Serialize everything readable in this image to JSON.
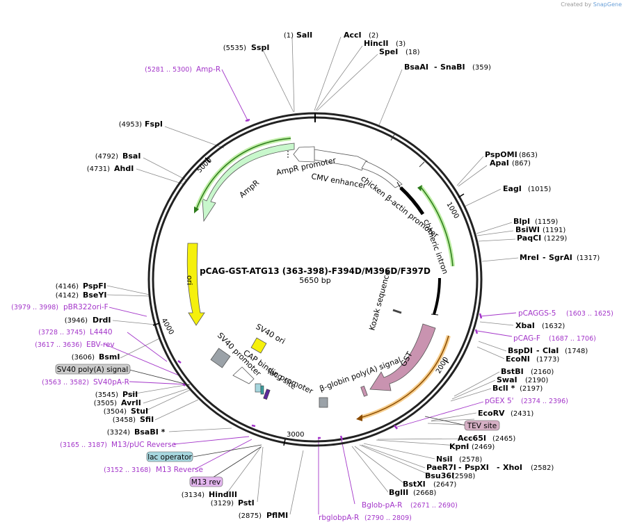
{
  "brand": {
    "created_by": "Created by",
    "name": "SnapGene"
  },
  "plasmid": {
    "name": "pCAG-GST-ATG13 (363-398)-F394D/M396D/F397D",
    "size": "5650 bp"
  },
  "ticks": [
    "1000",
    "2000",
    "3000",
    "4000",
    "5000"
  ],
  "features": {
    "ampr_promoter": "AmpR promoter",
    "cmv_enhancer": "CMV enhancer",
    "chicken_promoter": "chicken β-actin promoter",
    "chimeric_intron": "chimeric intron",
    "ampr": "AmpR",
    "ori": "ori",
    "kozak": "Kozak sequence",
    "gst": "GST",
    "bglobin": "β-globin poly(A) signal",
    "sv40_ori": "SV40 ori",
    "sv40_promoter": "SV40 promoter",
    "cap_site": "CAP binding site",
    "lac_promoter": "lac promoter"
  },
  "labels": {
    "sali": {
      "pos": "(1)",
      "name": "SalI"
    },
    "acci": {
      "name": "AccI",
      "pos": "(2)"
    },
    "hincii": {
      "name": "HincII",
      "pos": "(3)"
    },
    "spei": {
      "name": "SpeI",
      "pos": "(18)"
    },
    "sspi": {
      "pos": "(5535)",
      "name": "SspI"
    },
    "bsaai": {
      "name": "BsaAI",
      "sep": "-",
      "name2": "SnaBI",
      "pos": "(359)"
    },
    "ampr_primer": {
      "pos": "(5281 .. 5300)",
      "name": "Amp-R"
    },
    "fspi": {
      "pos": "(4953)",
      "name": "FspI"
    },
    "bsai": {
      "pos": "(4792)",
      "name": "BsaI"
    },
    "ahdi": {
      "pos": "(4731)",
      "name": "AhdI"
    },
    "pspomi": {
      "name": "PspOMI",
      "pos": "(863)"
    },
    "apai": {
      "name": "ApaI",
      "pos": "(867)"
    },
    "eagi": {
      "name": "EagI",
      "pos": "(1015)"
    },
    "blpi": {
      "name": "BlpI",
      "pos": "(1159)"
    },
    "bsiwi": {
      "name": "BsiWI",
      "pos": "(1191)"
    },
    "paqci": {
      "name": "PaqCI",
      "pos": "(1229)"
    },
    "mrei": {
      "name": "MreI",
      "sep": "-",
      "name2": "SgrAI",
      "pos": "(1317)"
    },
    "pspfi": {
      "pos": "(4146)",
      "name": "PspFI"
    },
    "bseyi": {
      "pos": "(4142)",
      "name": "BseYI"
    },
    "pbr322": {
      "pos": "(3979 .. 3998)",
      "name": "pBR322ori-F"
    },
    "drdi": {
      "pos": "(3946)",
      "name": "DrdI"
    },
    "l4440": {
      "pos": "(3728 .. 3745)",
      "name": "L4440"
    },
    "ebv": {
      "pos": "(3617 .. 3636)",
      "name": "EBV-rev"
    },
    "bsmi": {
      "pos": "(3606)",
      "name": "BsmI"
    },
    "sv40polya": {
      "name": "SV40 poly(A) signal"
    },
    "sv40pa": {
      "pos": "(3563 .. 3582)",
      "name": "SV40pA-R"
    },
    "psii": {
      "pos": "(3545)",
      "name": "PsiI"
    },
    "avrii": {
      "pos": "(3505)",
      "name": "AvrII"
    },
    "stui": {
      "pos": "(3504)",
      "name": "StuI"
    },
    "sfii": {
      "pos": "(3458)",
      "name": "SfiI"
    },
    "bsabi": {
      "pos": "(3324)",
      "name": "BsaBI *"
    },
    "m13puc": {
      "pos": "(3165 .. 3187)",
      "name": "M13/pUC Reverse"
    },
    "lacop": {
      "name": "lac operator"
    },
    "m13rev": {
      "pos": "(3152 .. 3168)",
      "name": "M13 Reverse"
    },
    "m13revbox": {
      "name": "M13 rev"
    },
    "hindiii": {
      "pos": "(3134)",
      "name": "HindIII"
    },
    "psti": {
      "pos": "(3129)",
      "name": "PstI"
    },
    "pflmi": {
      "pos": "(2875)",
      "name": "PflMI"
    },
    "rbglob": {
      "name": "rbglobpA-R",
      "pos": "(2790 .. 2809)"
    },
    "bglobpa": {
      "name": "Bglob-pA-R",
      "pos": "(2671 .. 2690)"
    },
    "pcaggs5": {
      "name": "pCAGGS-5",
      "pos": "(1603 .. 1625)"
    },
    "xbai": {
      "name": "XbaI",
      "pos": "(1632)"
    },
    "pcagf": {
      "name": "pCAG-F",
      "pos": "(1687 .. 1706)"
    },
    "bspdi": {
      "name": "BspDI",
      "sep": "-",
      "name2": "ClaI",
      "pos": "(1748)"
    },
    "econi": {
      "name": "EcoNI",
      "pos": "(1773)"
    },
    "bstbi": {
      "name": "BstBI",
      "pos": "(2160)"
    },
    "swai": {
      "name": "SwaI",
      "pos": "(2190)"
    },
    "bcli": {
      "name": "BclI *",
      "pos": "(2197)"
    },
    "pgex5": {
      "name": "pGEX 5'",
      "pos": "(2374 .. 2396)"
    },
    "ecorv": {
      "name": "EcoRV",
      "pos": "(2431)"
    },
    "tev": {
      "name": "TEV site"
    },
    "acc65i": {
      "name": "Acc65I",
      "pos": "(2465)"
    },
    "kpni": {
      "name": "KpnI",
      "pos": "(2469)"
    },
    "nsii": {
      "name": "NsiI",
      "pos": "(2578)"
    },
    "pae": {
      "name": "PaeR7I",
      "sep": "-",
      "name2": "PspXI",
      "sep2": "-",
      "name3": "XhoI",
      "pos": "(2582)"
    },
    "bsu36i": {
      "name": "Bsu36I",
      "pos": "(2598)"
    },
    "bstxi": {
      "name": "BstXI",
      "pos": "(2647)"
    },
    "bglii": {
      "name": "BglII",
      "pos": "(2668)"
    }
  },
  "colors": {
    "primer": "#a335c9",
    "ampr": "#c8f7cc",
    "ori": "#f5f00c",
    "gst": "#c993b0",
    "tev_box": "#d6b0c5",
    "lacop_box": "#a6d6de",
    "sv40_box": "#cccccc",
    "m13rev_box": "#e4b7ef"
  }
}
